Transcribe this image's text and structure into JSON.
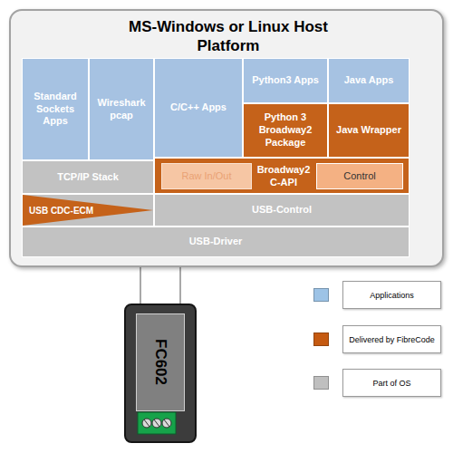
{
  "diagram": {
    "nodes": [
      {
        "text": [
          "MS-Windows or Linux Host Platform"
        ]
      },
      {
        "text": [
          "Standard Sockets Apps"
        ],
        "in": 0
      },
      {
        "text": [
          "Wireshark pcap"
        ],
        "in": 0
      },
      {
        "text": [
          "C/C++ Apps"
        ],
        "in": 0
      },
      {
        "text": [
          "Python3 Apps"
        ],
        "in": 0
      },
      {
        "text": [
          "Java Apps"
        ],
        "in": 0
      },
      {
        "text": [
          "Python 3 Broadway2 Package"
        ],
        "in": 0
      },
      {
        "text": [
          "Java Wrapper"
        ],
        "in": 0
      },
      {
        "text": [
          "TCP/IP Stack"
        ],
        "in": 0
      },
      {
        "text": [
          "Broadway2 C-API"
        ],
        "in": 0
      },
      {
        "text": [
          "Raw In/Out"
        ],
        "in": 9
      },
      {
        "text": [
          "Control"
        ],
        "in": 9
      },
      {
        "text": [
          "USB CDC-ECM"
        ],
        "in": 0
      },
      {
        "text": [
          "USB-Control"
        ],
        "in": 0
      },
      {
        "text": [
          "USB-Driver"
        ],
        "in": 0
      },
      {
        "text": [
          "FC602"
        ]
      }
    ],
    "legend": [
      {
        "text": "Applications",
        "color": "#9dc3e6"
      },
      {
        "text": "Delivered by FibreCode",
        "color": "#c55a11"
      },
      {
        "text": "Part of OS",
        "color": "#bfbfbf"
      }
    ]
  }
}
